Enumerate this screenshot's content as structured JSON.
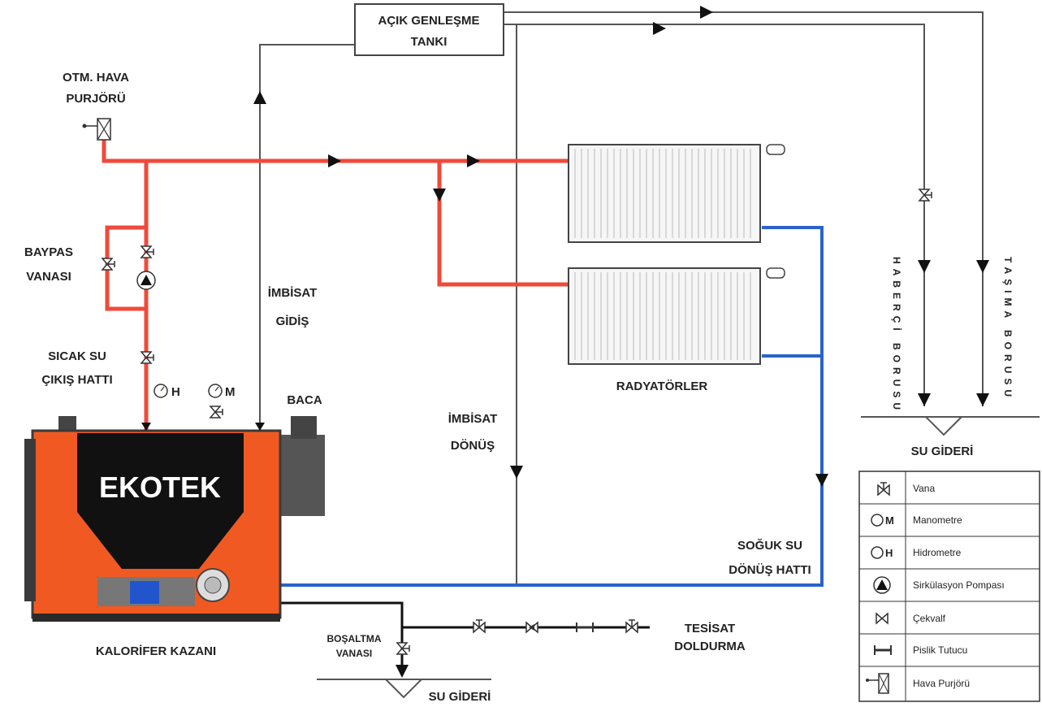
{
  "labels": {
    "tank_line1": "AÇIK GENLEŞME",
    "tank_line2": "TANKI",
    "purge_line1": "OTM. HAVA",
    "purge_line2": "PURJÖRÜ",
    "bypass_line1": "BAYPAS",
    "bypass_line2": "VANASI",
    "hot_line1": "SICAK SU",
    "hot_line2": "ÇIKIŞ HATTI",
    "exp_go_line1": "İMBİSAT",
    "exp_go_line2": "GİDİŞ",
    "exp_ret_line1": "İMBİSAT",
    "exp_ret_line2": "DÖNÜŞ",
    "chimney": "BACA",
    "radiators": "RADYATÖRLER",
    "cold_line1": "SOĞUK SU",
    "cold_line2": "DÖNÜŞ HATTI",
    "boiler": "KALORİFER KAZANI",
    "drain_line1": "BOŞALTMA",
    "drain_line2": "VANASI",
    "fill_line1": "TESİSAT",
    "fill_line2": "DOLDURMA",
    "drain_bottom": "SU GİDERİ",
    "drain_right": "SU GİDERİ",
    "brand": "EKOTEK",
    "gauge_h": "H",
    "gauge_m": "M",
    "habercı_vertical": "HABERÇİ BORUSU",
    "tasima_vertical": "TAŞIMA BORUSU"
  },
  "legend": [
    {
      "icon": "valve-icon",
      "label": "Vana"
    },
    {
      "icon": "manometer-icon",
      "label": "Manometre",
      "symbol": "M"
    },
    {
      "icon": "hydrometer-icon",
      "label": "Hidrometre",
      "symbol": "H"
    },
    {
      "icon": "circulation-pump-icon",
      "label": "Sirkülasyon Pompası"
    },
    {
      "icon": "check-valve-icon",
      "label": "Çekvalf"
    },
    {
      "icon": "strainer-icon",
      "label": "Pislik Tutucu"
    },
    {
      "icon": "air-purge-icon",
      "label": "Hava Purjörü"
    }
  ],
  "colors": {
    "hot_pipe": "#f0493a",
    "cold_pipe": "#2a63c8",
    "boiler": "#f05a22",
    "boiler_hopper": "#111111"
  }
}
